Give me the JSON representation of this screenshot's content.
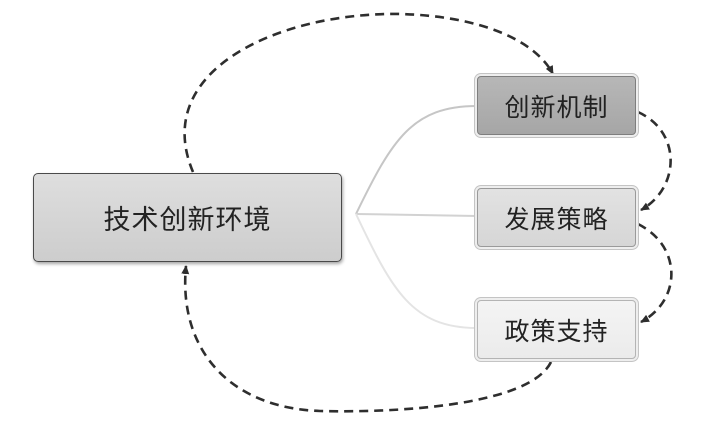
{
  "diagram": {
    "central_node": "技术创新环境",
    "nodes": [
      {
        "label": "创新机制"
      },
      {
        "label": "发展策略"
      },
      {
        "label": "政策支持"
      }
    ]
  },
  "colors": {
    "dashed_arrow": "#2e2e2e",
    "connector": "#c8c8c8",
    "central_fill": "#d4d4d4",
    "node1_fill": "#ababab",
    "node2_fill": "#dadada",
    "node3_fill": "#eeeeee"
  }
}
